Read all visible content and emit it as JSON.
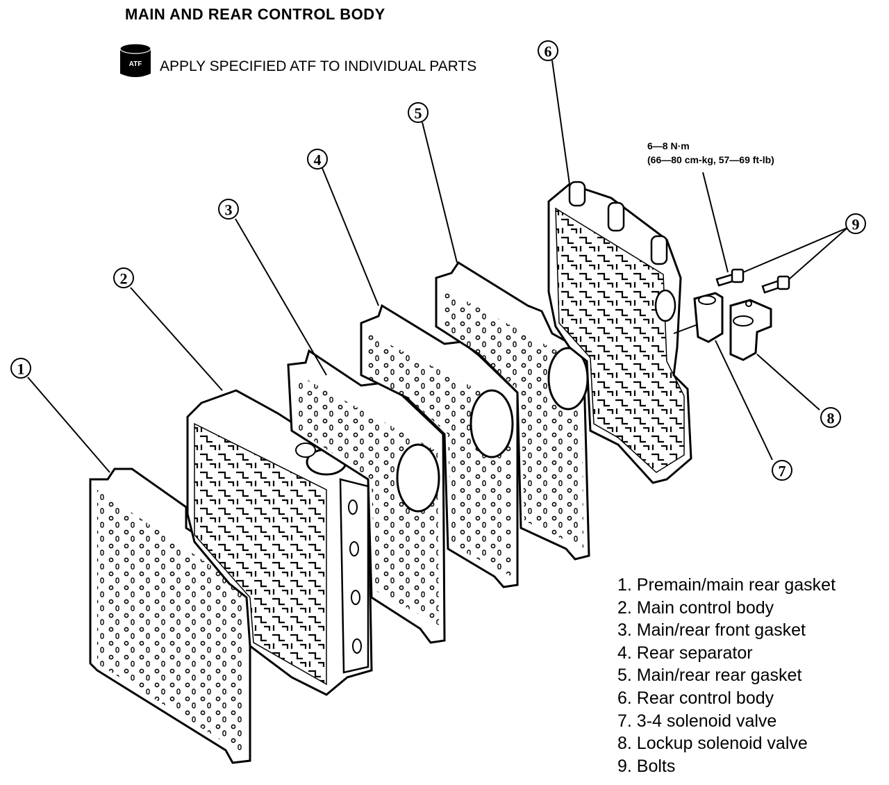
{
  "title": "MAIN AND REAR CONTROL BODY",
  "atf": {
    "icon_label": "ATF",
    "note": "APPLY SPECIFIED ATF TO INDIVIDUAL PARTS"
  },
  "torque": {
    "line1": "6—8 N·m",
    "line2": "(66—80 cm-kg, 57—69 ft-lb)"
  },
  "callouts": [
    "1",
    "2",
    "3",
    "4",
    "5",
    "6",
    "7",
    "8",
    "9"
  ],
  "legend": [
    "1. Premain/main rear gasket",
    "2. Main control body",
    "3. Main/rear front gasket",
    "4. Rear separator",
    "5. Main/rear rear gasket",
    "6. Rear control body",
    "7. 3-4 solenoid valve",
    "8. Lockup solenoid valve",
    "9. Bolts"
  ]
}
